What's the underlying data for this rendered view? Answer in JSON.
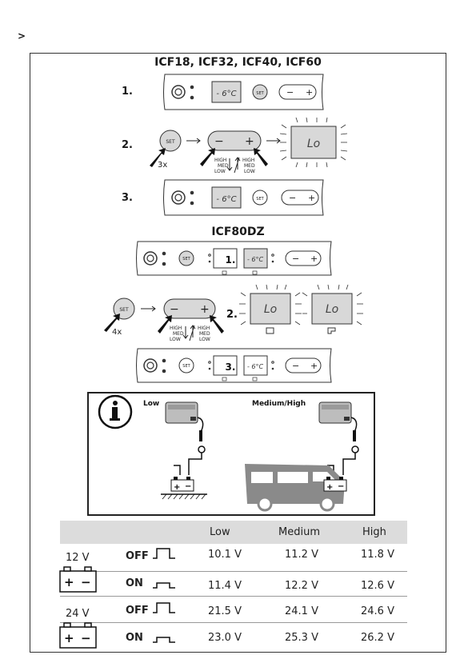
{
  "nav": {
    "arrow": ">"
  },
  "section1": {
    "title": "ICF18, ICF32, ICF40, ICF60",
    "steps": [
      "1.",
      "2.",
      "3."
    ],
    "display_temp": "- 6°C",
    "display_lo": "Lo",
    "set_label": "SET",
    "set_press": "3x",
    "minus": "−",
    "plus": "+",
    "down_labels": [
      "HIGH",
      "MED",
      "LOW"
    ],
    "up_labels": [
      "HIGH",
      "MED",
      "LOW"
    ]
  },
  "section2": {
    "title": "ICF80DZ",
    "steps": [
      "1.",
      "2.",
      "3."
    ],
    "display_temp": "- 6°C",
    "display_lo": "Lo",
    "set_label": "SET",
    "set_press": "4x",
    "minus": "−",
    "plus": "+",
    "down_labels": [
      "HIGH",
      "MED",
      "LOW"
    ],
    "up_labels": [
      "HIGH",
      "MED",
      "LOW"
    ]
  },
  "info": {
    "low_label": "Low",
    "medhigh_label": "Medium/High",
    "info_icon": "info-icon"
  },
  "table": {
    "headers": [
      "Low",
      "Medium",
      "High"
    ],
    "rows": [
      {
        "battery": "12 V",
        "state": "OFF",
        "values": [
          "10.1 V",
          "11.2 V",
          "11.8 V"
        ]
      },
      {
        "battery": "",
        "state": "ON",
        "values": [
          "11.4 V",
          "12.2 V",
          "12.6 V"
        ]
      },
      {
        "battery": "24 V",
        "state": "OFF",
        "values": [
          "21.5 V",
          "24.1 V",
          "24.6 V"
        ]
      },
      {
        "battery": "",
        "state": "ON",
        "values": [
          "23.0 V",
          "25.3 V",
          "26.2 V"
        ]
      }
    ]
  }
}
